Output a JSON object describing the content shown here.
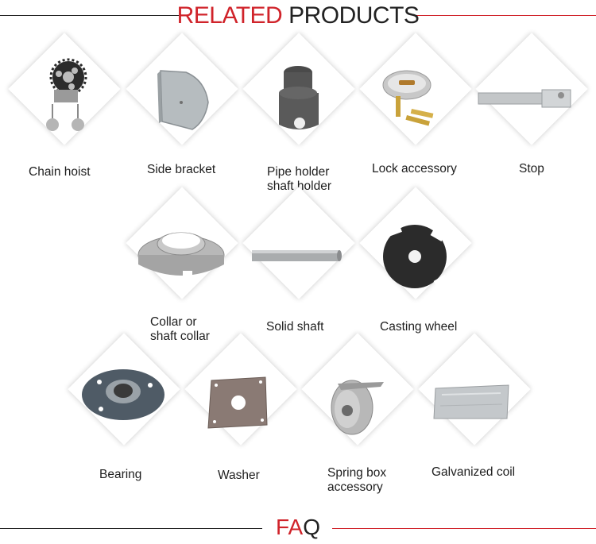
{
  "header": {
    "title_red": "RELATED",
    "title_dark": "PRODUCTS"
  },
  "footer": {
    "title_red": "FA",
    "title_dark": "Q"
  },
  "colors": {
    "accent": "#d0232a",
    "text": "#222222",
    "line": "#d0232a"
  },
  "products": [
    {
      "icon": "chain-hoist-icon",
      "lines": [
        "Chain hoist"
      ]
    },
    {
      "icon": "side-bracket-icon",
      "lines": [
        "Side bracket"
      ]
    },
    {
      "icon": "pipe-holder-icon",
      "lines": [
        "Pipe holder",
        "shaft holder"
      ]
    },
    {
      "icon": "lock-accessory-icon",
      "lines": [
        "Lock accessory"
      ]
    },
    {
      "icon": "stop-icon",
      "lines": [
        "Stop"
      ]
    },
    {
      "icon": "collar-icon",
      "lines": [
        "Collar or",
        "shaft collar"
      ]
    },
    {
      "icon": "solid-shaft-icon",
      "lines": [
        "Solid shaft"
      ]
    },
    {
      "icon": "casting-wheel-icon",
      "lines": [
        "Casting wheel"
      ]
    },
    {
      "icon": "bearing-icon",
      "lines": [
        "Bearing"
      ]
    },
    {
      "icon": "washer-icon",
      "lines": [
        "Washer"
      ]
    },
    {
      "icon": "spring-box-icon",
      "lines": [
        "Spring box",
        "accessory"
      ]
    },
    {
      "icon": "galvanized-coil-icon",
      "lines": [
        "Galvanized coil"
      ]
    }
  ]
}
